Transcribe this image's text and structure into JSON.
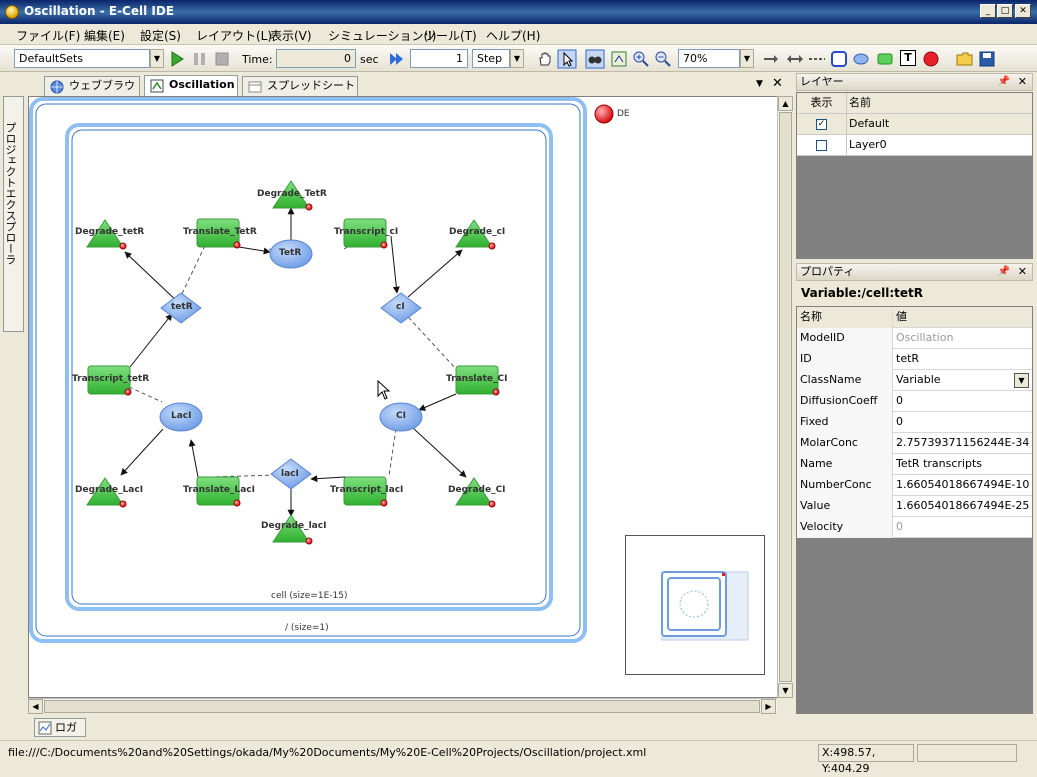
{
  "window": {
    "title": "Oscillation - E-Cell IDE",
    "minimize": "_",
    "maximize": "□",
    "close": "✕"
  },
  "menu": [
    "ファイル(F)",
    "編集(E)",
    "設定(S)",
    "レイアウト(L)",
    "表示(V)",
    "シミュレーション(I)",
    "ツール(T)",
    "ヘルプ(H)"
  ],
  "toolbar": {
    "parameter_set": "DefaultSets",
    "time_label": "Time:",
    "time_value": "0",
    "time_unit": "sec",
    "step_count": "1",
    "step_mode": "Step",
    "zoom": "70%",
    "text_tool": "T"
  },
  "explorer": {
    "label": "プロジェクトエクスプローラ"
  },
  "doc_tabs": [
    "ウェブブラウザ",
    "Oscillation",
    "スプレッドシート"
  ],
  "diagram": {
    "outer_system": "/ (size=1)",
    "cell_system": "cell (size=1E-15)",
    "de_label": "DE",
    "variables": [
      "TetR",
      "tetR",
      "cI",
      "LacI",
      "CI",
      "lacI"
    ],
    "processes": [
      "Degrade_TetR",
      "Degrade_tetR",
      "Translate_TetR",
      "Transcript_cI",
      "Degrade_cI",
      "Transcript_tetR",
      "Translate_CI",
      "Degrade_LacI",
      "Translate_LacI",
      "Transcript_lacI",
      "Degrade_CI",
      "Degrade_lacI"
    ]
  },
  "logger": {
    "label": "ロガー"
  },
  "status": {
    "path": "file:///C:/Documents%20and%20Settings/okada/My%20Documents/My%20E-Cell%20Projects/Oscillation/project.xml",
    "coords": "X:498.57, Y:404.29"
  },
  "layer_panel": {
    "title": "レイヤー",
    "col_show": "表示",
    "col_name": "名前",
    "rows": [
      {
        "checked": "✓",
        "name": "Default"
      },
      {
        "checked": "",
        "name": "Layer0"
      }
    ]
  },
  "property_panel": {
    "title": "プロパティ",
    "entity": "Variable:/cell:tetR",
    "col_name": "名称",
    "col_value": "値",
    "rows": [
      {
        "key": "ModelID",
        "value": "Oscillation"
      },
      {
        "key": "ID",
        "value": "tetR"
      },
      {
        "key": "ClassName",
        "value": "Variable"
      },
      {
        "key": "DiffusionCoeff",
        "value": "0"
      },
      {
        "key": "Fixed",
        "value": "0"
      },
      {
        "key": "MolarConc",
        "value": "2.75739371156244E-34"
      },
      {
        "key": "Name",
        "value": "TetR transcripts"
      },
      {
        "key": "NumberConc",
        "value": "1.66054018667494E-10"
      },
      {
        "key": "Value",
        "value": "1.66054018667494E-25"
      },
      {
        "key": "Velocity",
        "value": "0"
      }
    ]
  },
  "colors": {
    "process": "#3cbf3c",
    "variable": "#7aa6e8",
    "system": "#9cc4ef",
    "accent": "#0a246a"
  }
}
